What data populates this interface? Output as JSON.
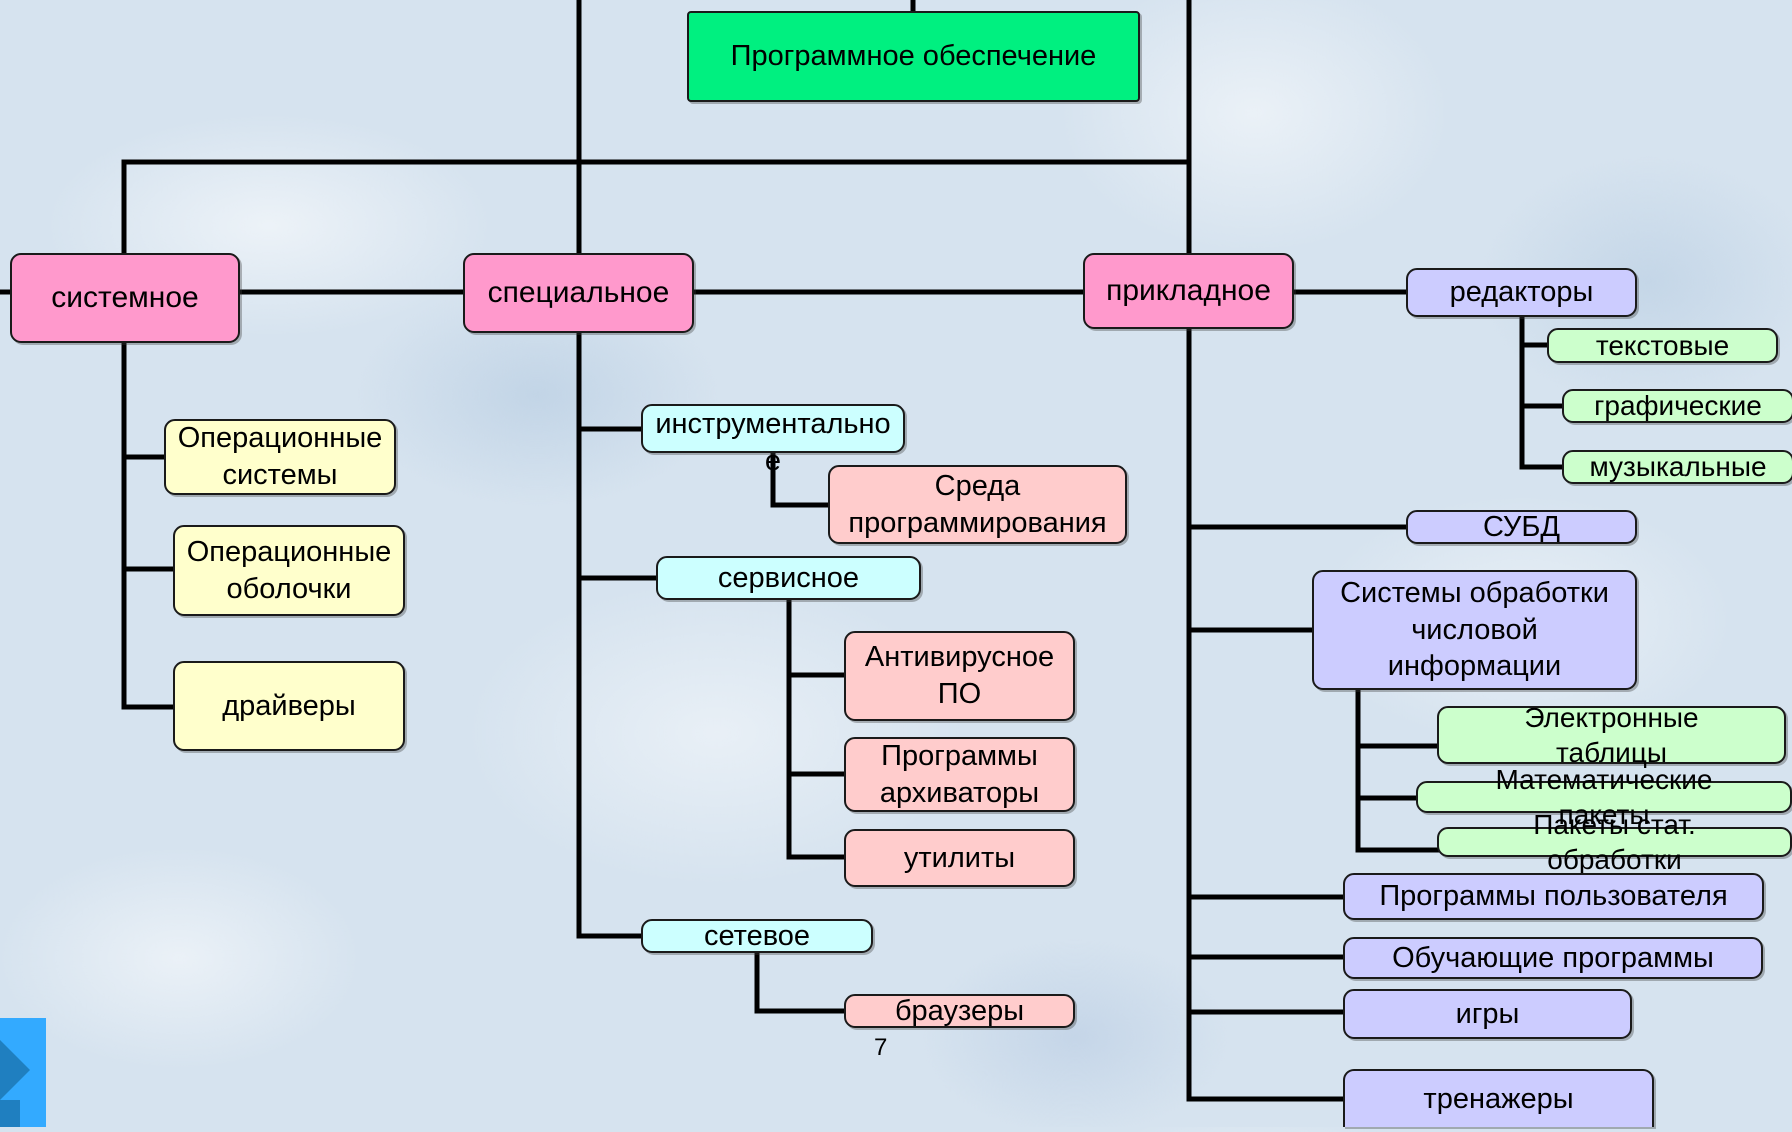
{
  "root": "Программное обеспечение",
  "categories": {
    "system": "системное",
    "special": "специальное",
    "applied": "прикладное"
  },
  "system_items": [
    "Операционные\nсистемы",
    "Операционные\nоболочки",
    "драйверы"
  ],
  "special_items": {
    "instrumental": "инструментальное",
    "ide": "Среда\nпрограммирования",
    "service": "сервисное",
    "antivirus": "Антивирусное\nПО",
    "archivers": "Программы\nархиваторы",
    "utilities": "утилиты",
    "network": "сетевое",
    "browsers": "браузеры"
  },
  "applied_items": {
    "editors": "редакторы",
    "text": "текстовые",
    "graphic": "графические",
    "music": "музыкальные",
    "dbms": "СУБД",
    "numeric": "Системы обработки\nчисловой\nинформации",
    "spreadsheets": "Электронные\nтаблицы",
    "math": "Математические\nпакеты",
    "stat": "Пакеты стат.\nобработки",
    "user_programs": "Программы пользователя",
    "learning": "Обучающие программы",
    "games": "игры",
    "simulators": "тренажеры"
  },
  "page_number": "7",
  "colors": {
    "root": "#00f080",
    "category": "#ff99cc",
    "system_item": "#ffffcc",
    "special_item": "#ccffff",
    "special_subitem": "#ffcccc",
    "applied_item": "#ccccff",
    "applied_subitem": "#ccffcc",
    "connector": "#000000"
  }
}
